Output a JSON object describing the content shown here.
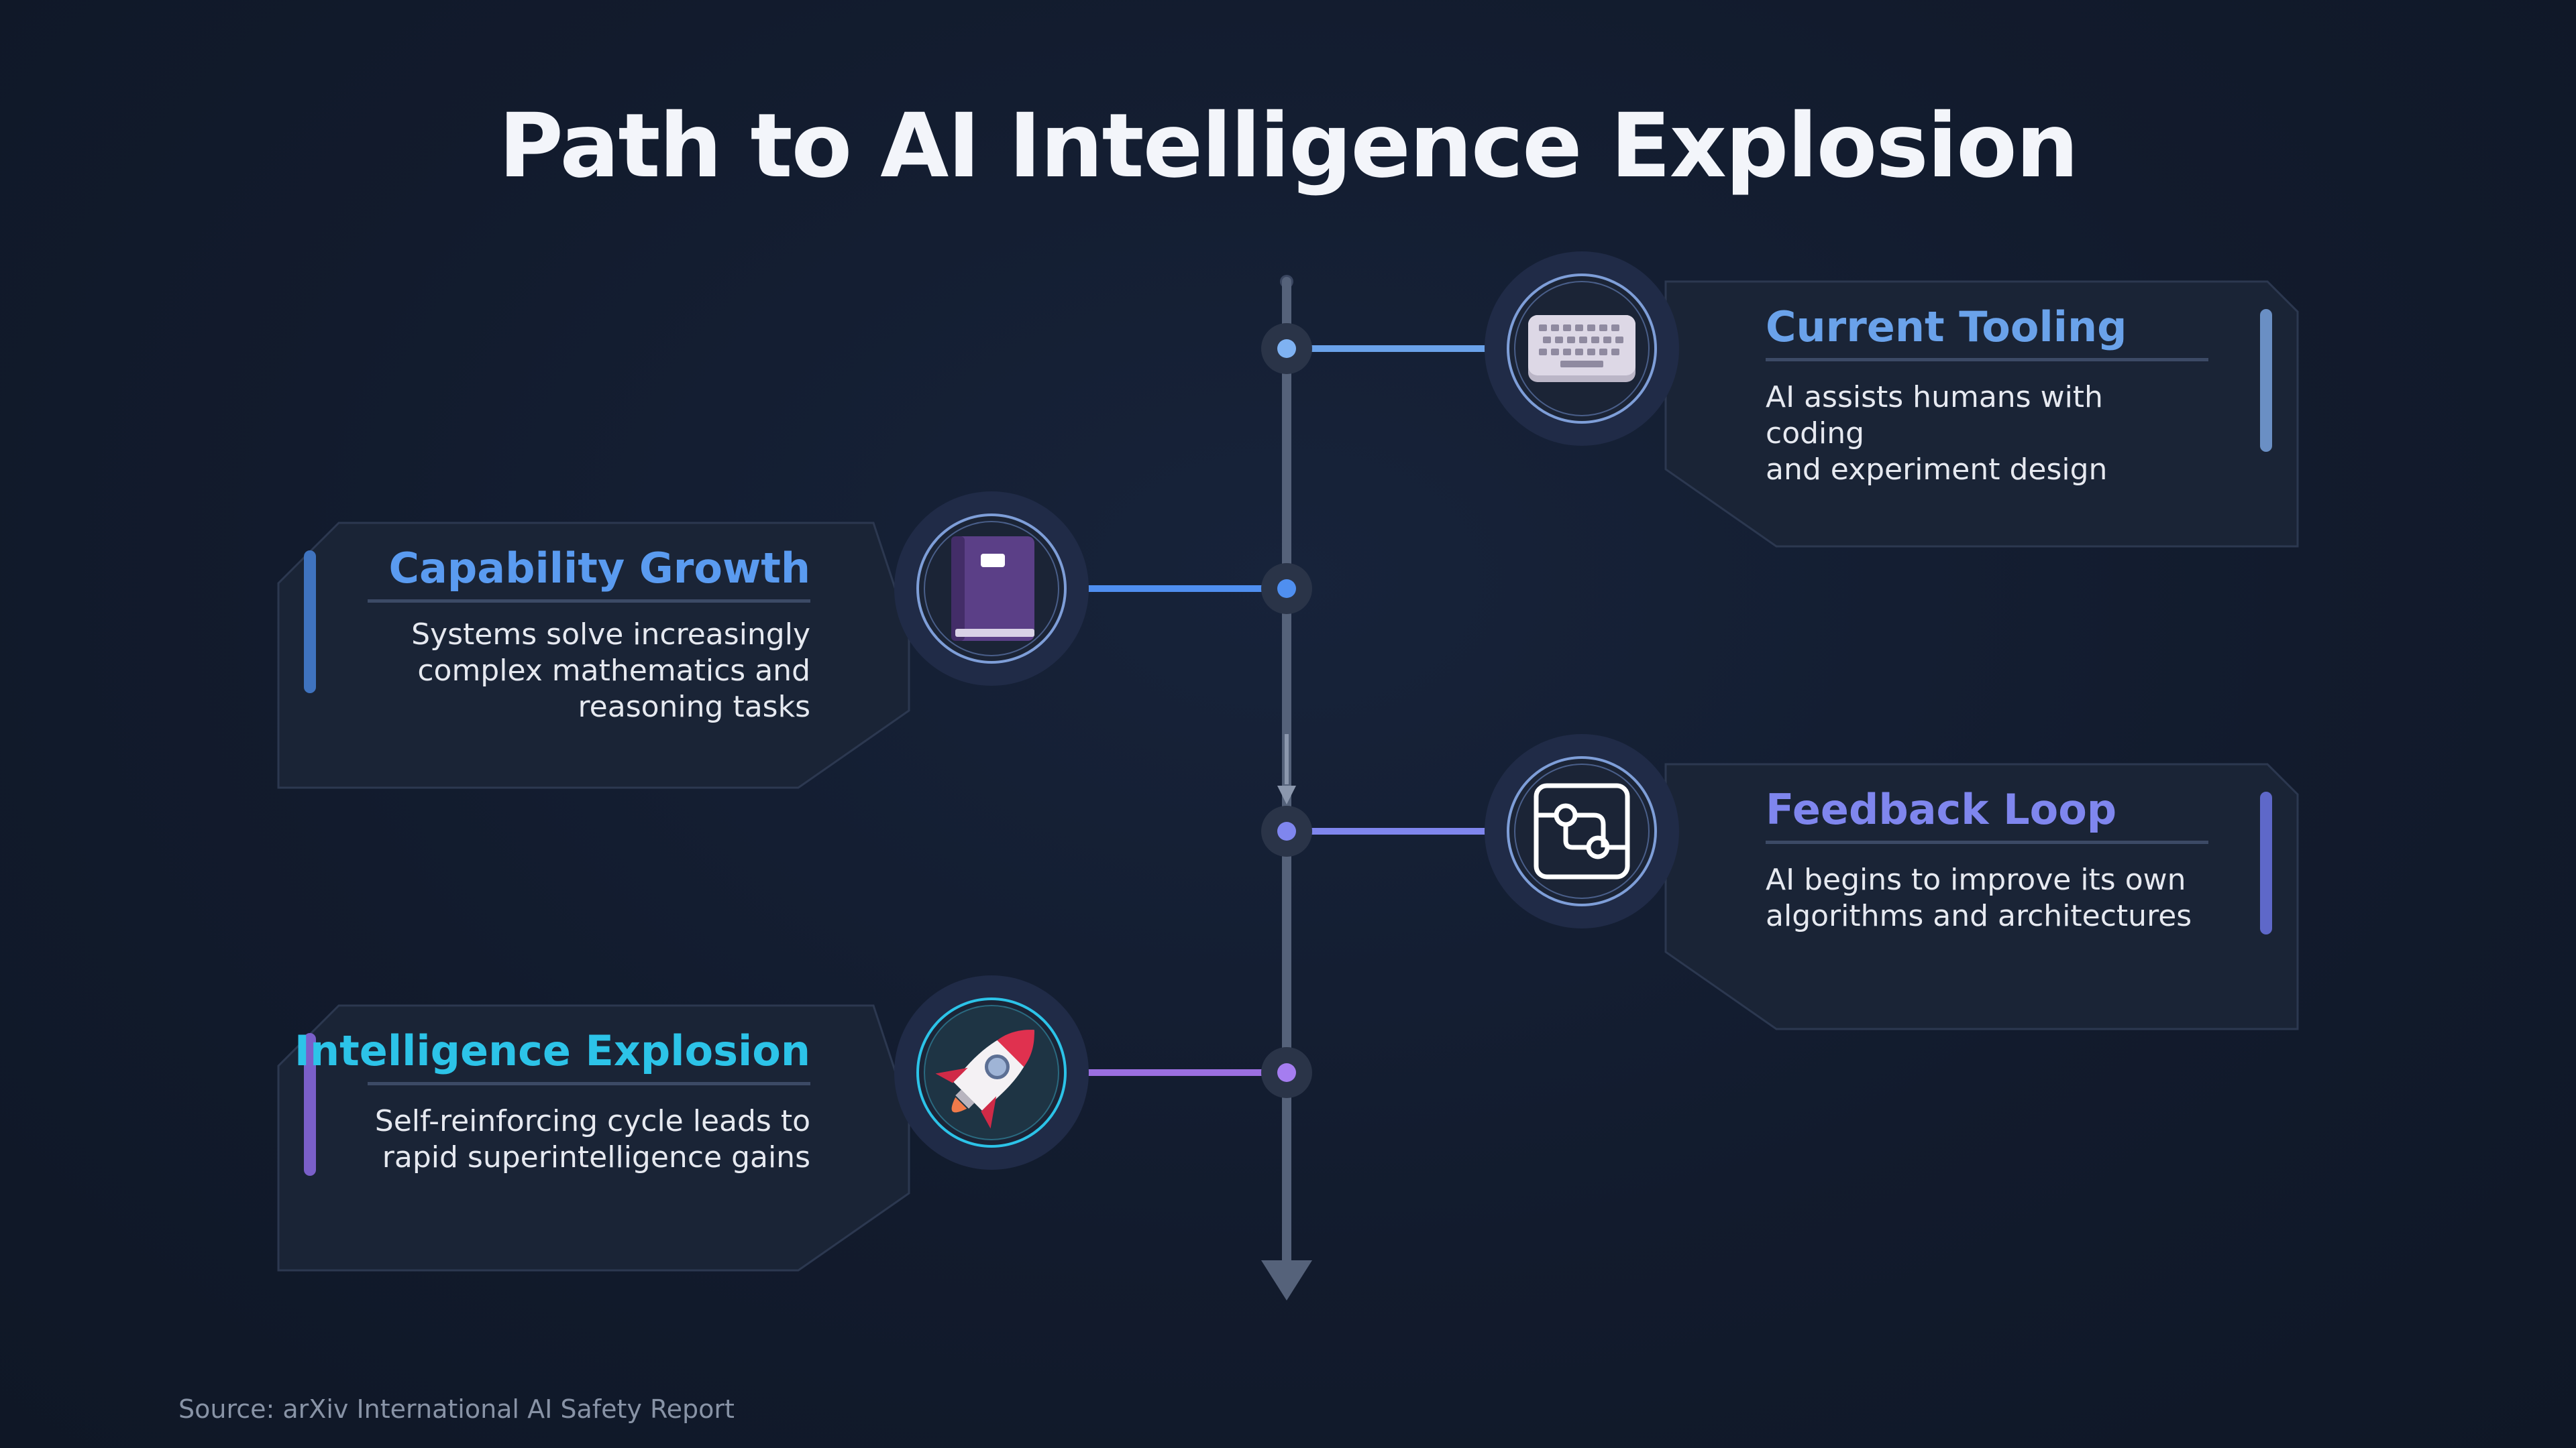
{
  "title": "Path to AI Intelligence Explosion",
  "source": "Source: arXiv International AI Safety Report",
  "colors": {
    "background": "#111a2b",
    "card": "#1a2436",
    "timeline": "#55627a",
    "current_tooling": "#6aa2ea",
    "capability_growth": "#5a9bf0",
    "feedback_loop": "#7f86ee",
    "intelligence_explosion": "#2cc3e8"
  },
  "stages": [
    {
      "title": "Current Tooling",
      "description": [
        "AI assists humans with coding",
        "and experiment design"
      ],
      "icon": "keyboard-icon",
      "accent": "#6aa2ea"
    },
    {
      "title": "Capability Growth",
      "description": [
        "Systems solve increasingly",
        "complex mathematics and",
        "reasoning tasks"
      ],
      "icon": "book-icon",
      "accent": "#5a9bf0"
    },
    {
      "title": "Feedback Loop",
      "description": [
        "AI begins to improve its own",
        "algorithms and architectures"
      ],
      "icon": "circuit-icon",
      "accent": "#7f86ee"
    },
    {
      "title": "Intelligence Explosion",
      "description": [
        "Self-reinforcing cycle leads to",
        "rapid superintelligence gains"
      ],
      "icon": "rocket-icon",
      "accent": "#2cc3e8"
    }
  ]
}
